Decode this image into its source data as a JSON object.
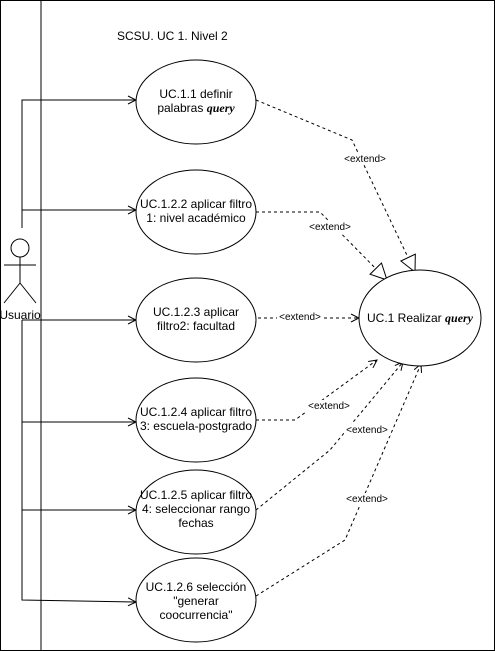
{
  "title": "SCSU. UC 1. Nivel 2",
  "actor": {
    "label": "Usuario"
  },
  "use_cases": [
    {
      "id": "uc11",
      "lines": [
        [
          {
            "t": "UC.1.1 definir"
          }
        ],
        [
          {
            "t": "palabras "
          },
          {
            "t": "query",
            "q": true
          }
        ]
      ]
    },
    {
      "id": "uc122",
      "lines": [
        [
          {
            "t": "UC.1.2.2 aplicar filtro"
          }
        ],
        [
          {
            "t": "1: nivel académico"
          }
        ]
      ]
    },
    {
      "id": "uc123",
      "lines": [
        [
          {
            "t": "UC.1.2.3 aplicar"
          }
        ],
        [
          {
            "t": "filtro2: facultad"
          }
        ]
      ]
    },
    {
      "id": "uc124",
      "lines": [
        [
          {
            "t": "UC.1.2.4 aplicar filtro"
          }
        ],
        [
          {
            "t": "3: escuela-postgrado"
          }
        ]
      ]
    },
    {
      "id": "uc125",
      "lines": [
        [
          {
            "t": "UC.1.2.5 aplicar filtro"
          }
        ],
        [
          {
            "t": "4: seleccionar rango"
          }
        ],
        [
          {
            "t": "fechas"
          }
        ]
      ]
    },
    {
      "id": "uc126",
      "lines": [
        [
          {
            "t": "UC.1.2.6 selección"
          }
        ],
        [
          {
            "t": "\"generar"
          }
        ],
        [
          {
            "t": "coocurrencia\""
          }
        ]
      ]
    }
  ],
  "main_use_case": {
    "lines": [
      [
        {
          "t": "UC.1 Realizar "
        },
        {
          "t": "query",
          "q": true
        }
      ]
    ]
  },
  "relation_label": "<extend>",
  "colors": {
    "stroke": "#000000",
    "background": "#ffffff"
  }
}
